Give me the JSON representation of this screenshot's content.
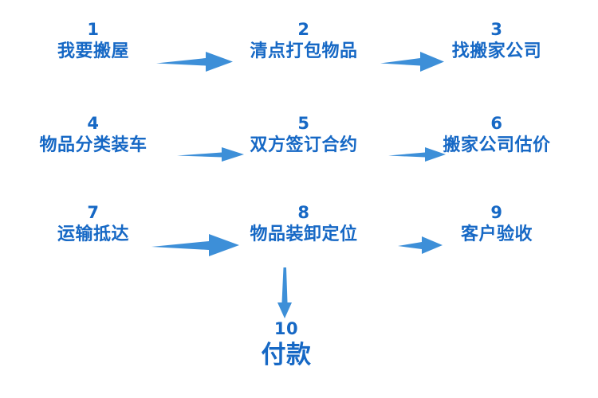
{
  "diagram": {
    "title_visible": false,
    "background_color": "#ffffff",
    "text_color": "#1668c5",
    "arrow_color": "#3d8fd8",
    "nodes": [
      {
        "number": "1",
        "label": "我要搬屋"
      },
      {
        "number": "2",
        "label": "清点打包物品"
      },
      {
        "number": "3",
        "label": "找搬家公司"
      },
      {
        "number": "4",
        "label": "物品分类装车"
      },
      {
        "number": "5",
        "label": "双方签订合约"
      },
      {
        "number": "6",
        "label": "搬家公司估价"
      },
      {
        "number": "7",
        "label": "运输抵达"
      },
      {
        "number": "8",
        "label": "物品装卸定位"
      },
      {
        "number": "9",
        "label": "客户验收"
      },
      {
        "number": "10",
        "label": "付款"
      }
    ],
    "connectors": [
      {
        "from": "1",
        "to": "2",
        "direction": "right"
      },
      {
        "from": "2",
        "to": "3",
        "direction": "right"
      },
      {
        "from": "4",
        "to": "5",
        "direction": "right"
      },
      {
        "from": "5",
        "to": "6",
        "direction": "right"
      },
      {
        "from": "7",
        "to": "8",
        "direction": "right"
      },
      {
        "from": "8",
        "to": "9",
        "direction": "right"
      },
      {
        "from": "8",
        "to": "10",
        "direction": "down"
      }
    ]
  }
}
